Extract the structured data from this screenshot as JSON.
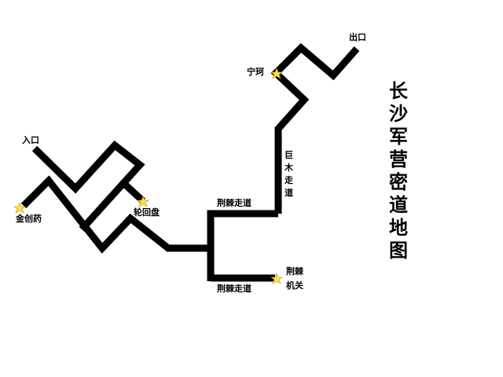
{
  "title": "长沙军营密道地图",
  "labels": {
    "entrance": "入口",
    "exit": "出口",
    "jinchuangyao": "金创药",
    "lunhuipan": "轮回盘",
    "ningke": "宁珂",
    "jumu": "巨木走道",
    "jingji_top": "荆棘走道",
    "jingji_bottom": "荆棘走道",
    "jingji_jiguan_1": "荆棘",
    "jingji_jiguan_2": "机关"
  },
  "colors": {
    "path": "#000000",
    "star": "#ffe14a",
    "background": "#ffffff"
  }
}
